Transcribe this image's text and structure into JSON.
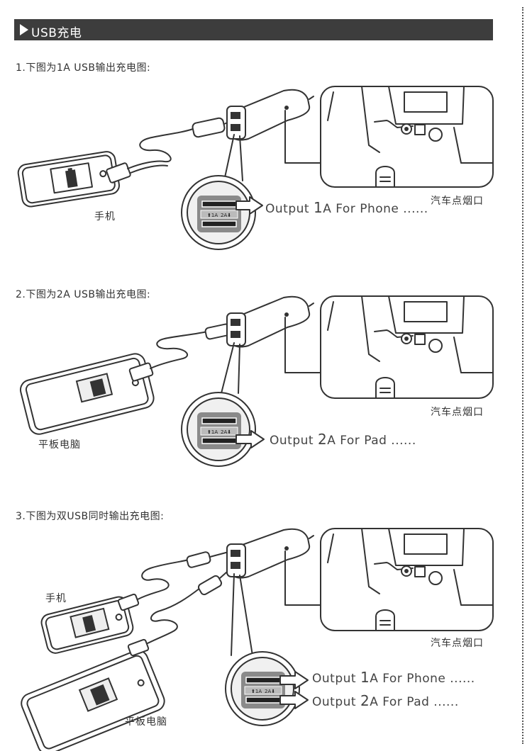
{
  "header": {
    "title": "USB充电"
  },
  "sections": [
    {
      "caption": "1.下图为1A USB输出充电图:",
      "device_label": "手机",
      "lighter_label": "汽车点烟口",
      "outputs": [
        {
          "prefix": "Output ",
          "amp": "1",
          "suffix": "A For Phone ......"
        }
      ]
    },
    {
      "caption": "2.下图为2A USB输出充电图:",
      "device_label": "平板电脑",
      "lighter_label": "汽车点烟口",
      "outputs": [
        {
          "prefix": "Output ",
          "amp": "2",
          "suffix": "A For Pad ......"
        }
      ]
    },
    {
      "caption": "3.下图为双USB同时输出充电图:",
      "device_labels": [
        "手机",
        "平板电脑"
      ],
      "lighter_label": "汽车点烟口",
      "outputs": [
        {
          "prefix": "Output ",
          "amp": "1",
          "suffix": "A For Phone ......"
        },
        {
          "prefix": "Output ",
          "amp": "2",
          "suffix": "A For Pad ......"
        }
      ]
    }
  ],
  "port_labels": {
    "left": "1A",
    "right": "2A"
  }
}
